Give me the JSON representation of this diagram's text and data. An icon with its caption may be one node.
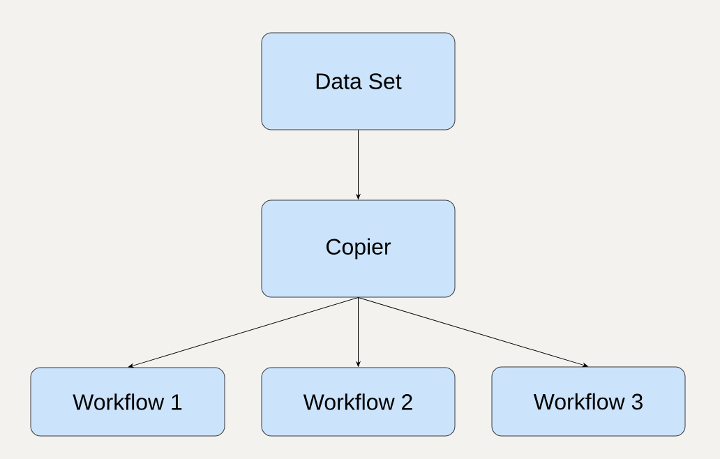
{
  "diagram": {
    "nodes": [
      {
        "text": [
          "Data Set"
        ]
      },
      {
        "text": [
          "Copier"
        ]
      },
      {
        "text": [
          "Workflow 1"
        ]
      },
      {
        "text": [
          "Workflow 2"
        ]
      },
      {
        "text": [
          "Workflow 3"
        ]
      }
    ],
    "edges": [
      {
        "from": 0,
        "to": 1,
        "arrow": "to"
      },
      {
        "from": 1,
        "to": 2,
        "arrow": "to"
      },
      {
        "from": 1,
        "to": 3,
        "arrow": "to"
      },
      {
        "from": 1,
        "to": 4,
        "arrow": "to"
      }
    ]
  }
}
